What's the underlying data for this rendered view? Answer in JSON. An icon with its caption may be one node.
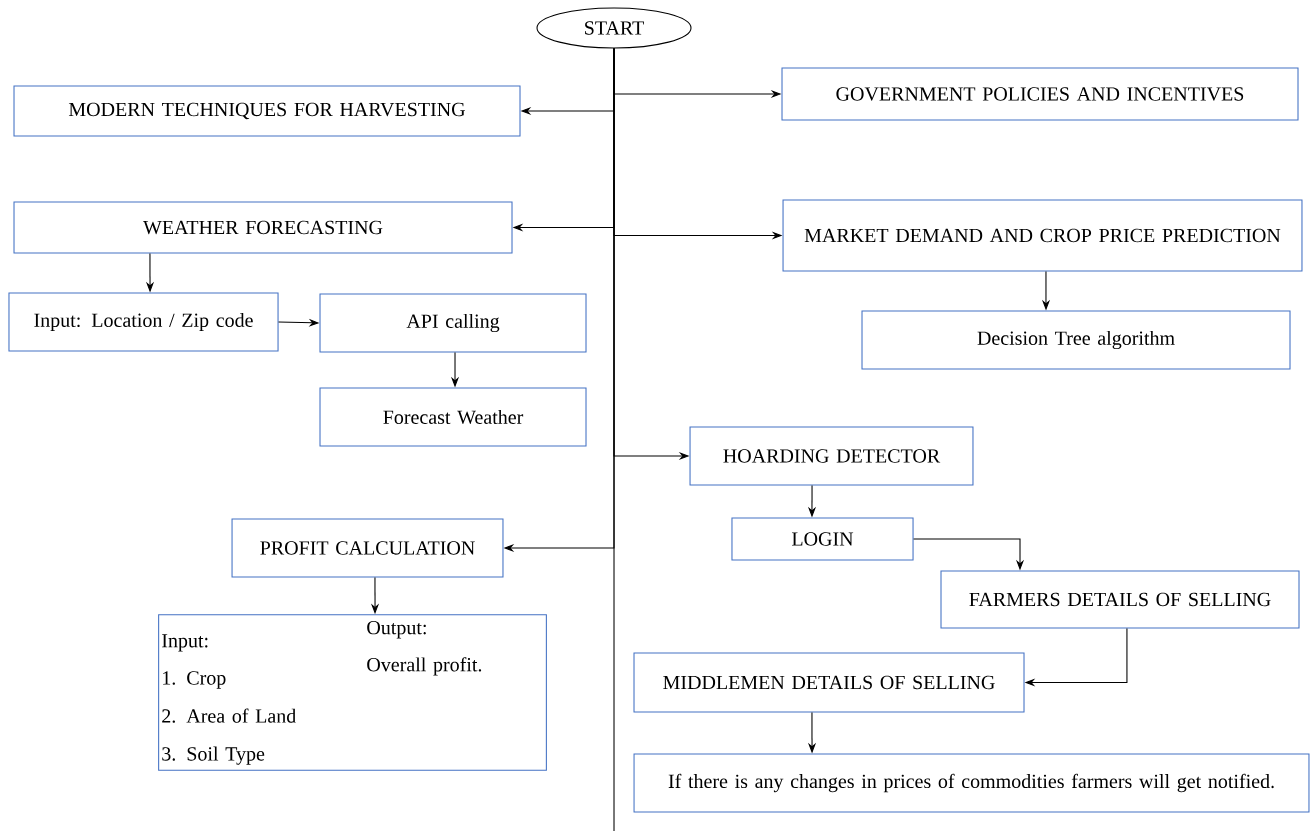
{
  "diagram": {
    "nodes": [
      {
        "text": [
          "START"
        ]
      },
      {
        "text": [
          "MODERN TECHNIQUES FOR HARVESTING"
        ]
      },
      {
        "text": [
          "GOVERNMENT POLICIES AND INCENTIVES"
        ]
      },
      {
        "text": [
          "WEATHER FORECASTING"
        ]
      },
      {
        "text": [
          "MARKET DEMAND AND CROP PRICE PREDICTION"
        ]
      },
      {
        "text": [
          "Input: Location / Zip code"
        ]
      },
      {
        "text": [
          "API calling"
        ]
      },
      {
        "text": [
          "Forecast Weather"
        ]
      },
      {
        "text": [
          "Decision Tree algorithm"
        ]
      },
      {
        "text": [
          "HOARDING DETECTOR"
        ]
      },
      {
        "text": [
          "PROFIT CALCULATION"
        ]
      },
      {
        "text": [
          "Input:",
          "1. Crop",
          "2. Area of Land",
          "3. Soil Type",
          "Output:",
          "Overall profit."
        ]
      },
      {
        "text": [
          "LOGIN"
        ]
      },
      {
        "text": [
          "FARMERS DETAILS OF SELLING"
        ]
      },
      {
        "text": [
          "MIDDLEMEN DETAILS OF SELLING"
        ]
      },
      {
        "text": [
          "If there is any changes in prices of commodities farmers will get notified."
        ]
      }
    ],
    "edges": [
      {
        "from": 0,
        "to": 1,
        "arrow": "to"
      },
      {
        "from": 0,
        "to": 2,
        "arrow": "to"
      },
      {
        "from": 0,
        "to": 3,
        "arrow": "to"
      },
      {
        "from": 0,
        "to": 4,
        "arrow": "to"
      },
      {
        "from": 0,
        "to": 9,
        "arrow": "to"
      },
      {
        "from": 0,
        "to": 10,
        "arrow": "to"
      },
      {
        "from": 3,
        "to": 5,
        "arrow": "to"
      },
      {
        "from": 5,
        "to": 6,
        "arrow": "to"
      },
      {
        "from": 6,
        "to": 7,
        "arrow": "to"
      },
      {
        "from": 4,
        "to": 8,
        "arrow": "to"
      },
      {
        "from": 9,
        "to": 12,
        "arrow": "to"
      },
      {
        "from": 12,
        "to": 13,
        "arrow": "to"
      },
      {
        "from": 13,
        "to": 14,
        "arrow": "to"
      },
      {
        "from": 10,
        "to": 11,
        "arrow": "to"
      },
      {
        "from": 14,
        "to": 15,
        "arrow": "to"
      }
    ]
  }
}
